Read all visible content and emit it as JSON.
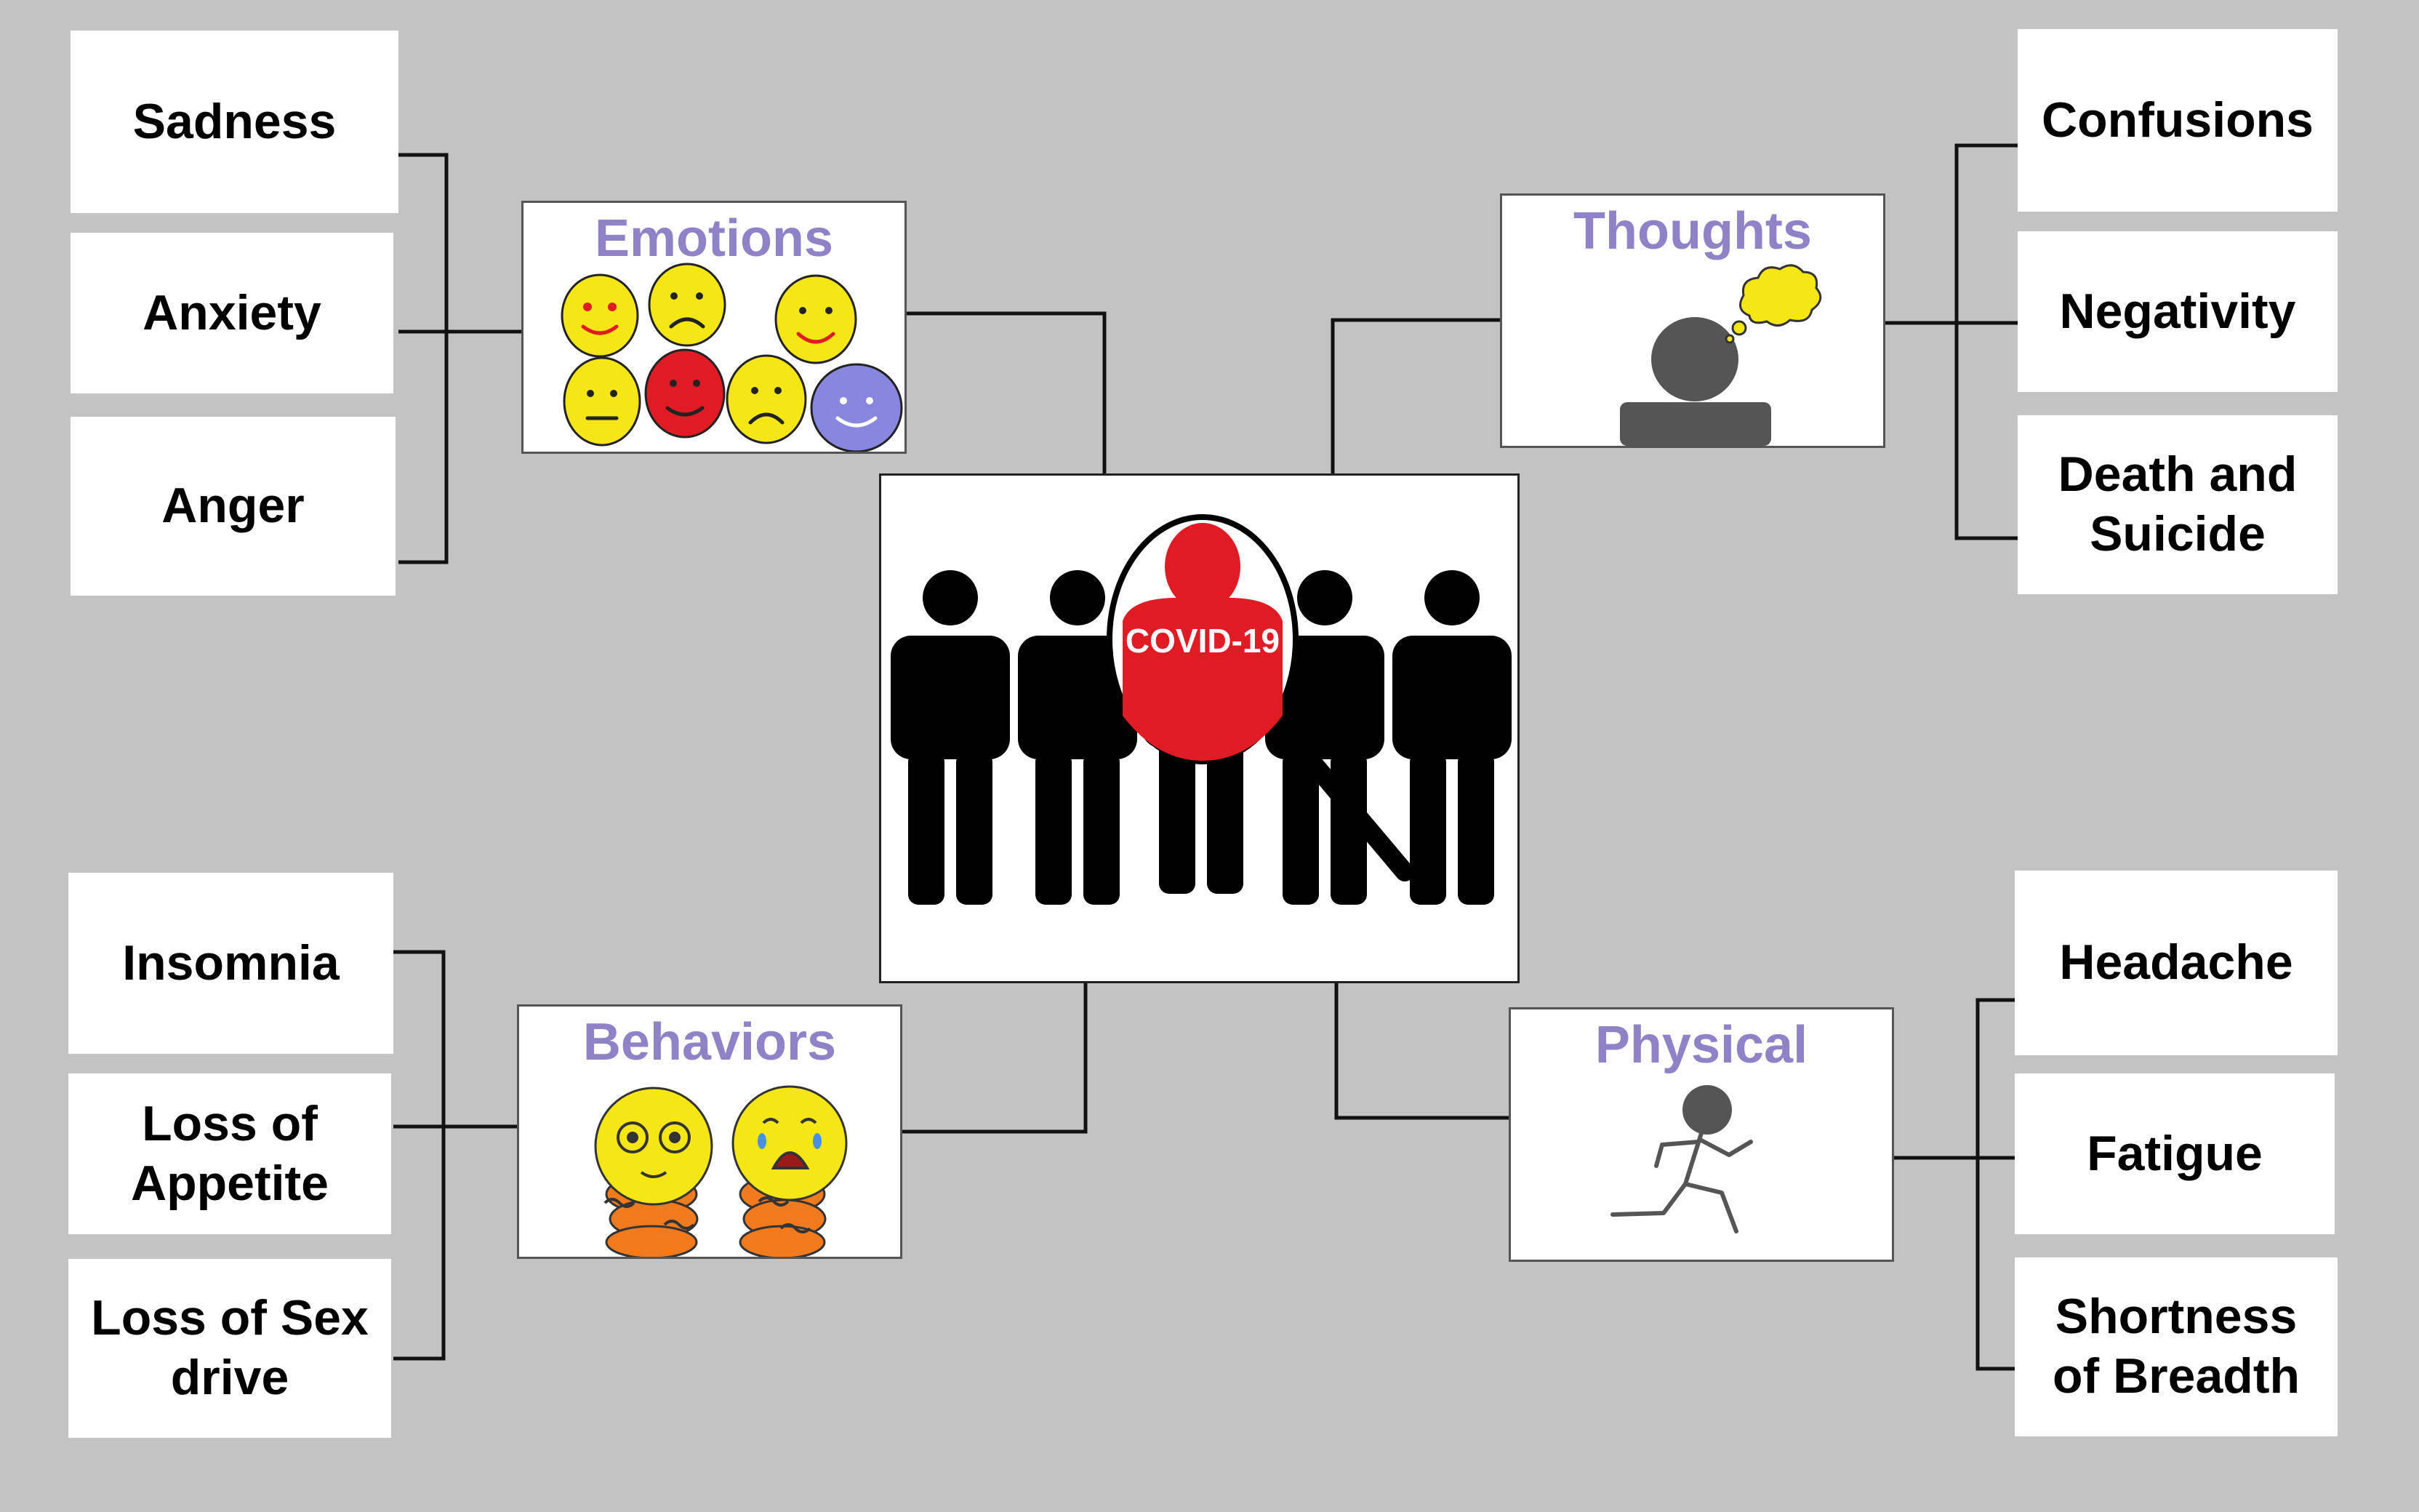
{
  "center": {
    "label": "COVID-19"
  },
  "categories": {
    "emotions": "Emotions",
    "thoughts": "Thoughts",
    "behaviors": "Behaviors",
    "physical": "Physical"
  },
  "emotions_items": [
    "Sadness",
    "Anxiety",
    "Anger"
  ],
  "thoughts_items": [
    "Confusions",
    "Negativity",
    "Death and Suicide"
  ],
  "behaviors_items": [
    "Insomnia",
    "Loss of Appetite",
    "Loss of Sex drive"
  ],
  "physical_items": [
    "Headache",
    "Fatigue",
    "Shortness of Breadth"
  ],
  "colors": {
    "background": "#c3c3c3",
    "category_title": "#8f82c6",
    "highlight_red": "#e01b24",
    "face_yellow": "#f5e614",
    "face_blue": "#8787e0",
    "body_orange": "#f07a1e"
  }
}
